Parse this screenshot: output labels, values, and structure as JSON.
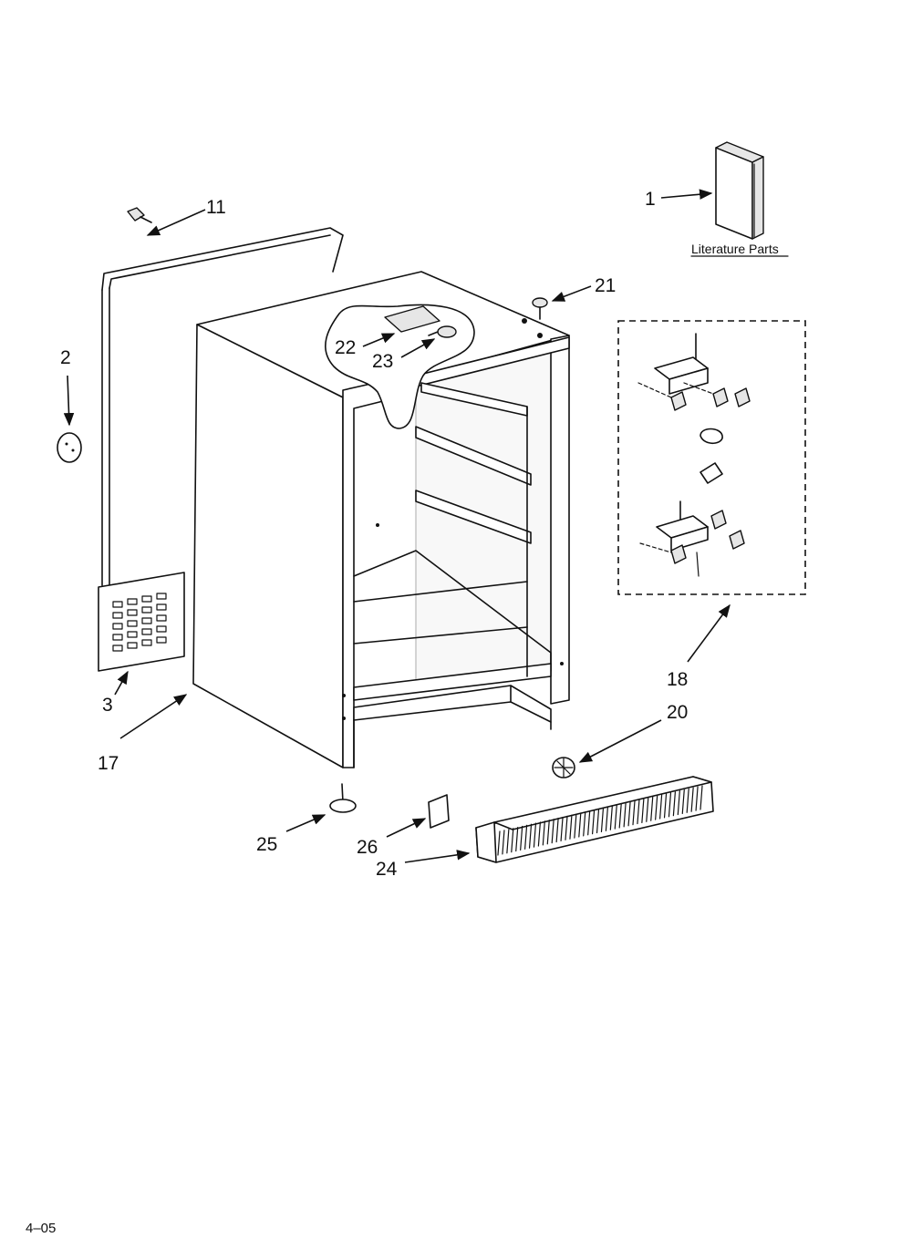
{
  "diagram": {
    "callouts": [
      {
        "id": "1",
        "label": "1"
      },
      {
        "id": "2",
        "label": "2"
      },
      {
        "id": "3",
        "label": "3"
      },
      {
        "id": "11",
        "label": "11"
      },
      {
        "id": "17",
        "label": "17"
      },
      {
        "id": "18",
        "label": "18"
      },
      {
        "id": "20",
        "label": "20"
      },
      {
        "id": "21",
        "label": "21"
      },
      {
        "id": "22",
        "label": "22"
      },
      {
        "id": "23",
        "label": "23"
      },
      {
        "id": "24",
        "label": "24"
      },
      {
        "id": "25",
        "label": "25"
      },
      {
        "id": "26",
        "label": "26"
      }
    ],
    "literature_label": "Literature Parts",
    "footer_code": "4–05"
  }
}
